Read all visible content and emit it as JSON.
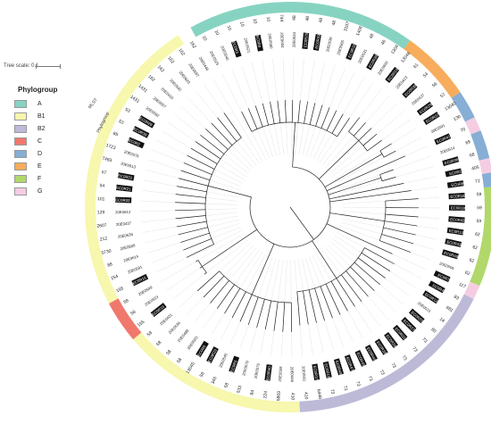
{
  "tree_scale_label": "Tree scale: 0.1",
  "legend": {
    "title": "Phylogroup",
    "items": [
      {
        "label": "A",
        "color": "#87d3c1"
      },
      {
        "label": "B1",
        "color": "#f7f7ad"
      },
      {
        "label": "B2",
        "color": "#bcbad7"
      },
      {
        "label": "C",
        "color": "#f0786d"
      },
      {
        "label": "D",
        "color": "#87aed4"
      },
      {
        "label": "E",
        "color": "#f7ad5b"
      },
      {
        "label": "F",
        "color": "#b1d86a"
      },
      {
        "label": "G",
        "color": "#f5cde3"
      }
    ]
  },
  "ring_labels": {
    "phylogroup": "Phylogroup",
    "mlst": "MLST"
  },
  "group_order": [
    "A",
    "E",
    "D",
    "G",
    "D",
    "G",
    "D",
    "F",
    "G",
    "B2",
    "B1",
    "C",
    "B1"
  ],
  "group_spans": [
    16,
    5,
    2,
    1,
    2,
    1,
    1,
    7,
    1,
    15,
    13,
    3,
    21
  ],
  "leaves": [
    {
      "st": "10",
      "name": "20E0529"
    },
    {
      "st": "10",
      "name": "20E0546"
    },
    {
      "st": "10",
      "name": "EC0R3"
    },
    {
      "st": "10",
      "name": "20E0521"
    },
    {
      "st": "10",
      "name": "EC0R9"
    },
    {
      "st": "10",
      "name": "20E0580"
    },
    {
      "st": "744",
      "name": "20E0604"
    },
    {
      "st": "48",
      "name": "20E0534"
    },
    {
      "st": "48",
      "name": "EC0R25"
    },
    {
      "st": "48",
      "name": "EC0R33"
    },
    {
      "st": "48",
      "name": "20E0536"
    },
    {
      "st": "3107",
      "name": "20E0565"
    },
    {
      "st": "1408",
      "name": "EC0R11"
    },
    {
      "st": "48",
      "name": "20E0531"
    },
    {
      "st": "46",
      "name": "EC0R35"
    },
    {
      "st": "1304",
      "name": "20E0600"
    },
    {
      "st": "13046",
      "name": "EC0R14"
    },
    {
      "st": "61",
      "name": "20E0413"
    },
    {
      "st": "54",
      "name": "EC0R30"
    },
    {
      "st": "56",
      "name": "20E0437"
    },
    {
      "st": "57",
      "name": "EC0R29"
    },
    {
      "st": "13040",
      "name": "EC0R37"
    },
    {
      "st": "130",
      "name": "20E0591"
    },
    {
      "st": "70",
      "name": "EC0R41"
    },
    {
      "st": "69",
      "name": "20E0514"
    },
    {
      "st": "68",
      "name": "EC0R36"
    },
    {
      "st": "405",
      "name": "EC0R1"
    },
    {
      "st": "72",
      "name": "EC0R8"
    },
    {
      "st": "59",
      "name": "EC0R16"
    },
    {
      "st": "59",
      "name": "EC0R18"
    },
    {
      "st": "59",
      "name": "EC0R42"
    },
    {
      "st": "62",
      "name": "EC0R13"
    },
    {
      "st": "62",
      "name": "EC0R43"
    },
    {
      "st": "62",
      "name": "EC0R46"
    },
    {
      "st": "62",
      "name": "20E0506"
    },
    {
      "st": "117",
      "name": "EC0R7"
    },
    {
      "st": "83",
      "name": "EC0R4"
    },
    {
      "st": "681",
      "name": "EC0R12"
    },
    {
      "st": "14",
      "name": "20E0515"
    },
    {
      "st": "80",
      "name": "EC0R20"
    },
    {
      "st": "73",
      "name": "EC0R27"
    },
    {
      "st": "73",
      "name": "EC0R31"
    },
    {
      "st": "73",
      "name": "EC0R34"
    },
    {
      "st": "73",
      "name": "EC0R39"
    },
    {
      "st": "73",
      "name": "EC0R44"
    },
    {
      "st": "73",
      "name": "EC0R45"
    },
    {
      "st": "73",
      "name": "EC0R47"
    },
    {
      "st": "73",
      "name": "EC0R48"
    },
    {
      "st": "73",
      "name": "EC0R10"
    },
    {
      "st": "6448",
      "name": "EC0R17"
    },
    {
      "st": "410",
      "name": "20E0561"
    },
    {
      "st": "410",
      "name": "20E0446"
    },
    {
      "st": "5869",
      "name": "20E0559"
    },
    {
      "st": "224",
      "name": "EC0R40"
    },
    {
      "st": "84",
      "name": "20E0575"
    },
    {
      "st": "533",
      "name": "20E0579"
    },
    {
      "st": "58",
      "name": "EC0R5"
    },
    {
      "st": "345",
      "name": "20E0545"
    },
    {
      "st": "58",
      "name": "EC0R23"
    },
    {
      "st": "13045",
      "name": "EC0R6"
    },
    {
      "st": "58",
      "name": "20E0503"
    },
    {
      "st": "58",
      "name": "20E0488"
    },
    {
      "st": "58",
      "name": "20E0536"
    },
    {
      "st": "58",
      "name": "20E0421"
    },
    {
      "st": "155",
      "name": "EC0R19"
    },
    {
      "st": "58",
      "name": "20E0553"
    },
    {
      "st": "58",
      "name": "20E0599"
    },
    {
      "st": "155",
      "name": "EC0R15"
    },
    {
      "st": "154",
      "name": "20E0581"
    },
    {
      "st": "88",
      "name": "20E0614"
    },
    {
      "st": "5730",
      "name": "20E0609"
    },
    {
      "st": "212",
      "name": "20E0539"
    },
    {
      "st": "2607",
      "name": "20E0437"
    },
    {
      "st": "129",
      "name": "20E0612"
    },
    {
      "st": "101",
      "name": "EC0R32"
    },
    {
      "st": "54",
      "name": "EC0R21"
    },
    {
      "st": "67",
      "name": "EC0R22"
    },
    {
      "st": "7483",
      "name": "20E0613"
    },
    {
      "st": "1723",
      "name": "20E0576"
    },
    {
      "st": "85",
      "name": "EC0R2"
    },
    {
      "st": "53",
      "name": "EC0R38"
    },
    {
      "st": "53",
      "name": "EC0R28"
    },
    {
      "st": "1431",
      "name": "20E0582"
    },
    {
      "st": "1431",
      "name": "20E0557"
    },
    {
      "st": "162",
      "name": "20E0410"
    },
    {
      "st": "162",
      "name": "20E0542"
    },
    {
      "st": "162",
      "name": "20E0620"
    },
    {
      "st": "162",
      "name": "20E0587"
    },
    {
      "st": "162",
      "name": "20E0446"
    }
  ]
}
